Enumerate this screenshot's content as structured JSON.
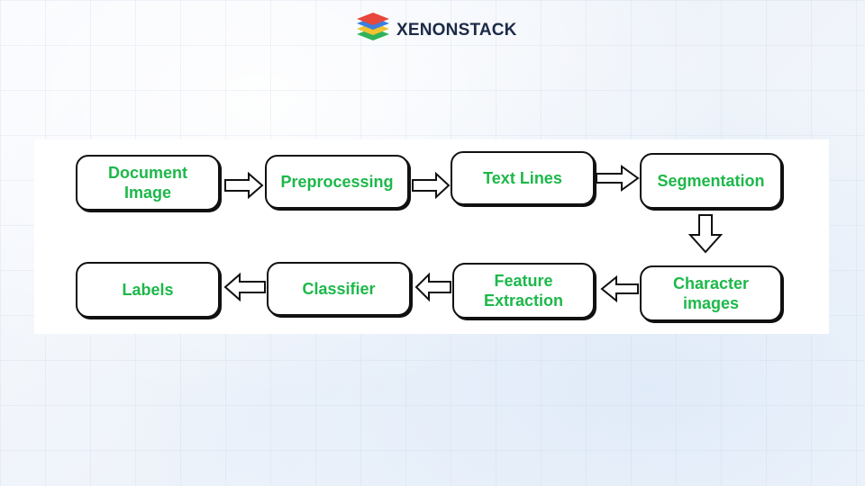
{
  "brand": {
    "name": "XENONSTACK",
    "logo_colors": [
      "#e8473c",
      "#3b7fe0",
      "#f2c230",
      "#2fb35a"
    ]
  },
  "diagram": {
    "node_text_color": "#1db84a",
    "border_color": "#111111",
    "nodes": [
      {
        "id": "document",
        "label": "Document\nImage"
      },
      {
        "id": "preprocessing",
        "label": "Preprocessing"
      },
      {
        "id": "text-lines",
        "label": "Text Lines"
      },
      {
        "id": "segmentation",
        "label": "Segmentation"
      },
      {
        "id": "character-images",
        "label": "Character\nimages"
      },
      {
        "id": "feature-extraction",
        "label": "Feature\nExtraction"
      },
      {
        "id": "classifier",
        "label": "Classifier"
      },
      {
        "id": "labels",
        "label": "Labels"
      }
    ],
    "edges": [
      {
        "from": "document",
        "to": "preprocessing"
      },
      {
        "from": "preprocessing",
        "to": "text-lines"
      },
      {
        "from": "text-lines",
        "to": "segmentation"
      },
      {
        "from": "segmentation",
        "to": "character-images"
      },
      {
        "from": "character-images",
        "to": "feature-extraction"
      },
      {
        "from": "feature-extraction",
        "to": "classifier"
      },
      {
        "from": "classifier",
        "to": "labels"
      }
    ]
  }
}
